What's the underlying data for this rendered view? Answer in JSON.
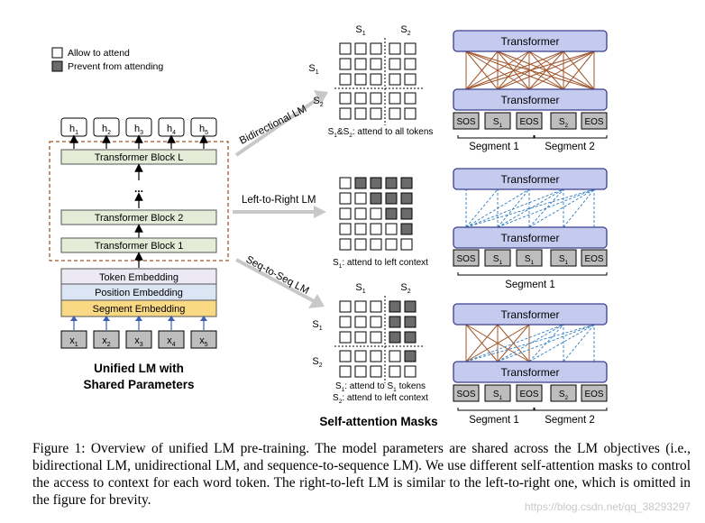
{
  "legend": {
    "allow_label": "Allow to attend",
    "prevent_label": "Prevent from attending"
  },
  "left_stack": {
    "outputs": [
      {
        "base": "h",
        "sub": "1"
      },
      {
        "base": "h",
        "sub": "2"
      },
      {
        "base": "h",
        "sub": "3"
      },
      {
        "base": "h",
        "sub": "4"
      },
      {
        "base": "h",
        "sub": "5"
      }
    ],
    "block_L": "Transformer Block L",
    "dots": "...",
    "block_2": "Transformer Block 2",
    "block_1": "Transformer Block 1",
    "token_embedding": "Token Embedding",
    "position_embedding": "Position Embedding",
    "segment_embedding": "Segment Embedding",
    "inputs": [
      {
        "base": "x",
        "sub": "1"
      },
      {
        "base": "x",
        "sub": "2"
      },
      {
        "base": "x",
        "sub": "3"
      },
      {
        "base": "x",
        "sub": "4"
      },
      {
        "base": "x",
        "sub": "5"
      }
    ],
    "title_line1": "Unified LM with",
    "title_line2": "Shared Parameters"
  },
  "objectives": {
    "bidirectional": "Bidirectional LM",
    "left_to_right": "Left-to-Right LM",
    "seq_to_seq": "Seq-to-Seq LM"
  },
  "masks": {
    "s1_label": {
      "base": "S",
      "sub": "1"
    },
    "s2_label": {
      "base": "S",
      "sub": "2"
    },
    "bidirectional_caption": {
      "a": "S",
      "a_sub": "1",
      "mid": "&S",
      "b_sub": "2",
      "rest": ": attend to all tokens"
    },
    "left_to_right_caption": {
      "a": "S",
      "a_sub": "1",
      "rest": ": attend to left context"
    },
    "seq_caption_line1": {
      "a": "S",
      "a_sub": "1",
      "mid": ": attend to S",
      "b_sub": "1",
      "rest": " tokens"
    },
    "seq_caption_line2": {
      "a": "S",
      "a_sub": "2",
      "rest": ": attend to left context"
    },
    "title": "Self-attention Masks",
    "bidirectional_grid": [
      [
        0,
        0,
        0,
        0,
        0
      ],
      [
        0,
        0,
        0,
        0,
        0
      ],
      [
        0,
        0,
        0,
        0,
        0
      ],
      [
        0,
        0,
        0,
        0,
        0
      ],
      [
        0,
        0,
        0,
        0,
        0
      ]
    ],
    "left_to_right_grid": [
      [
        0,
        1,
        1,
        1,
        1
      ],
      [
        0,
        0,
        1,
        1,
        1
      ],
      [
        0,
        0,
        0,
        1,
        1
      ],
      [
        0,
        0,
        0,
        0,
        1
      ],
      [
        0,
        0,
        0,
        0,
        0
      ]
    ],
    "seq_to_seq_grid": [
      [
        0,
        0,
        0,
        1,
        1
      ],
      [
        0,
        0,
        0,
        1,
        1
      ],
      [
        0,
        0,
        0,
        1,
        1
      ],
      [
        0,
        0,
        0,
        0,
        1
      ],
      [
        0,
        0,
        0,
        0,
        0
      ]
    ]
  },
  "right_panels": {
    "transformer_label": "Transformer",
    "bidirectional_tokens": [
      {
        "base": "SOS"
      },
      {
        "base": "S",
        "sub": "1"
      },
      {
        "base": "EOS"
      },
      {
        "base": "S",
        "sub": "2"
      },
      {
        "base": "EOS"
      }
    ],
    "left_to_right_tokens": [
      {
        "base": "SOS"
      },
      {
        "base": "S",
        "sub": "1"
      },
      {
        "base": "S",
        "sub": "1"
      },
      {
        "base": "S",
        "sub": "1"
      },
      {
        "base": "EOS"
      }
    ],
    "seq_to_seq_tokens": [
      {
        "base": "SOS"
      },
      {
        "base": "S",
        "sub": "1"
      },
      {
        "base": "EOS"
      },
      {
        "base": "S",
        "sub": "2"
      },
      {
        "base": "EOS"
      }
    ],
    "segment_1": "Segment 1",
    "segment_2": "Segment 2"
  },
  "caption": "Figure 1: Overview of unified LM pre-training. The model parameters are shared across the LM objectives (i.e., bidirectional LM, unidirectional LM, and sequence-to-sequence LM). We use different self-attention masks to control the access to context for each word token. The right-to-left LM is similar to the left-to-right one, which is omitted in the figure for brevity.",
  "watermark": "https://blog.csdn.net/qq_38293297",
  "colors": {
    "transformer_fill": "#c5cbef",
    "transformer_stroke": "#3a3f8c",
    "block_fill": "#e4ecd8",
    "token_embedding_fill": "#ece9f4",
    "position_embedding_fill": "#dbe5f4",
    "segment_embedding_fill": "#fad984",
    "io_box_fill": "#bdbdbd",
    "mask_dark": "#6b6b6b",
    "dashed_frame": "#a0552a",
    "bidirectional_links": "#a0552a",
    "causal_links": "#2e7bc4",
    "arrow_gray": "#c8c8c8"
  }
}
